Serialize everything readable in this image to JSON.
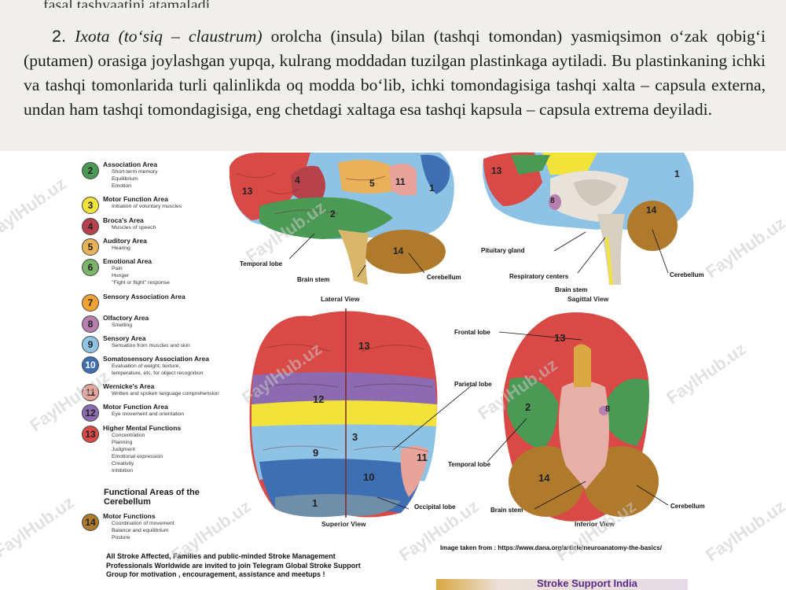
{
  "document": {
    "cut_line": "fasal tashyaatini atamaladi...",
    "paragraph": {
      "number": "2.",
      "term": "Ixota (to‘siq – claustrum)",
      "text": " orolcha (insula) bilan (tashqi tomondan) yasmiqsimon o‘zak qobig‘i (putamen) orasiga joylashgan yupqa, kulrang moddadan tuzilgan plastinkaga aytiladi. Bu plastinkaning ichki va tashqi tomonlarida turli qalinlikda oq modda bo‘lib, ichki tomondagisiga tashqi xalta – capsula externa, undan ham tashqi tomondagisiga, eng chetdagi xaltaga esa tashqi kapsula – capsula extrema deyiladi."
    }
  },
  "legend": [
    {
      "num": "2",
      "color": "#4a9a55",
      "title": "Association Area",
      "sub": [
        "Short-term memory",
        "Equilibrium",
        "Emotion"
      ]
    },
    {
      "num": "3",
      "color": "#f2e33a",
      "title": "Motor Function Area",
      "sub": [
        "Initiation of voluntary muscles"
      ]
    },
    {
      "num": "4",
      "color": "#b5424a",
      "title": "Broca's Area",
      "sub": [
        "Muscles of speech"
      ]
    },
    {
      "num": "5",
      "color": "#e9b25a",
      "title": "Auditory Area",
      "sub": [
        "Hearing"
      ]
    },
    {
      "num": "6",
      "color": "#7bb36a",
      "title": "Emotional Area",
      "sub": [
        "Pain",
        "Hunger",
        "\"Fight or flight\" response"
      ]
    },
    {
      "num": "7",
      "color": "#f0a233",
      "title": "Sensory Association Area",
      "sub": []
    },
    {
      "num": "8",
      "color": "#b77fb0",
      "title": "Olfactory Area",
      "sub": [
        "Smelling"
      ]
    },
    {
      "num": "9",
      "color": "#8fc3e6",
      "title": "Sensory Area",
      "sub": [
        "Sensation from muscles and skin"
      ]
    },
    {
      "num": "10",
      "color": "#3f6fb3",
      "title": "Somatosensory Association Area",
      "sub": [
        "Evaluation of weight, texture,",
        "temperature, etc. for object recognition"
      ]
    },
    {
      "num": "11",
      "color": "#e8a39a",
      "title": "Wernicke's Area",
      "sub": [
        "Written and spoken language comprehension"
      ]
    },
    {
      "num": "12",
      "color": "#8c6bb1",
      "title": "Motor Function Area",
      "sub": [
        "Eye movement and orientation"
      ]
    },
    {
      "num": "13",
      "color": "#d94a46",
      "title": "Higher Mental Functions",
      "sub": [
        "Concentration",
        "Planning",
        "Judgment",
        "Emotional expression",
        "Creativity",
        "Inhibition"
      ]
    }
  ],
  "cerebellum": {
    "title": "Functional Areas of the Cerebellum",
    "item": {
      "num": "14",
      "color": "#b07a2c",
      "title": "Motor Functions",
      "sub": [
        "Coordination of movement",
        "Balance and equilibrium",
        "Posture"
      ]
    }
  },
  "labels": {
    "temporal_lobe_1": "Temporal lobe",
    "brain_stem_1": "Brain stem",
    "cerebellum_1": "Cerebellum",
    "lateral_view": "Lateral View",
    "pituitary": "Pituitary gland",
    "respiratory": "Respiratory centers",
    "cerebellum_2": "Cerebellum",
    "brain_stem_2": "Brain stem",
    "sagittal_view": "Sagittal View",
    "frontal_lobe": "Frontal lobe",
    "parietal_lobe": "Parietal lobe",
    "temporal_lobe_2": "Temporal lobe",
    "occipital_lobe": "Occipital lobe",
    "brain_stem_3": "Brain stem",
    "cerebellum_3": "Cerebellum",
    "superior_view": "Superior View",
    "inferior_view": "Inferior View"
  },
  "region_numbers": {
    "lateral": [
      "13",
      "4",
      "2",
      "5",
      "11",
      "1",
      "14"
    ],
    "sagittal": [
      "13",
      "1",
      "8",
      "14"
    ],
    "superior": [
      "13",
      "12",
      "3",
      "9",
      "11",
      "10",
      "1"
    ],
    "inferior": [
      "13",
      "2",
      "8",
      "14"
    ]
  },
  "credit": "Image taken from : https://www.dana.org/article/neuroanatomy-the-basics/",
  "invite": "All Stroke Affected, Families and public-minded Stroke Management Professionals Worldwide are invited to join Telegram Global Stroke Support Group for motivation , encouragement, assistance and meetups !",
  "banner": "Stroke Support India",
  "watermark": "FaylHub.uz"
}
